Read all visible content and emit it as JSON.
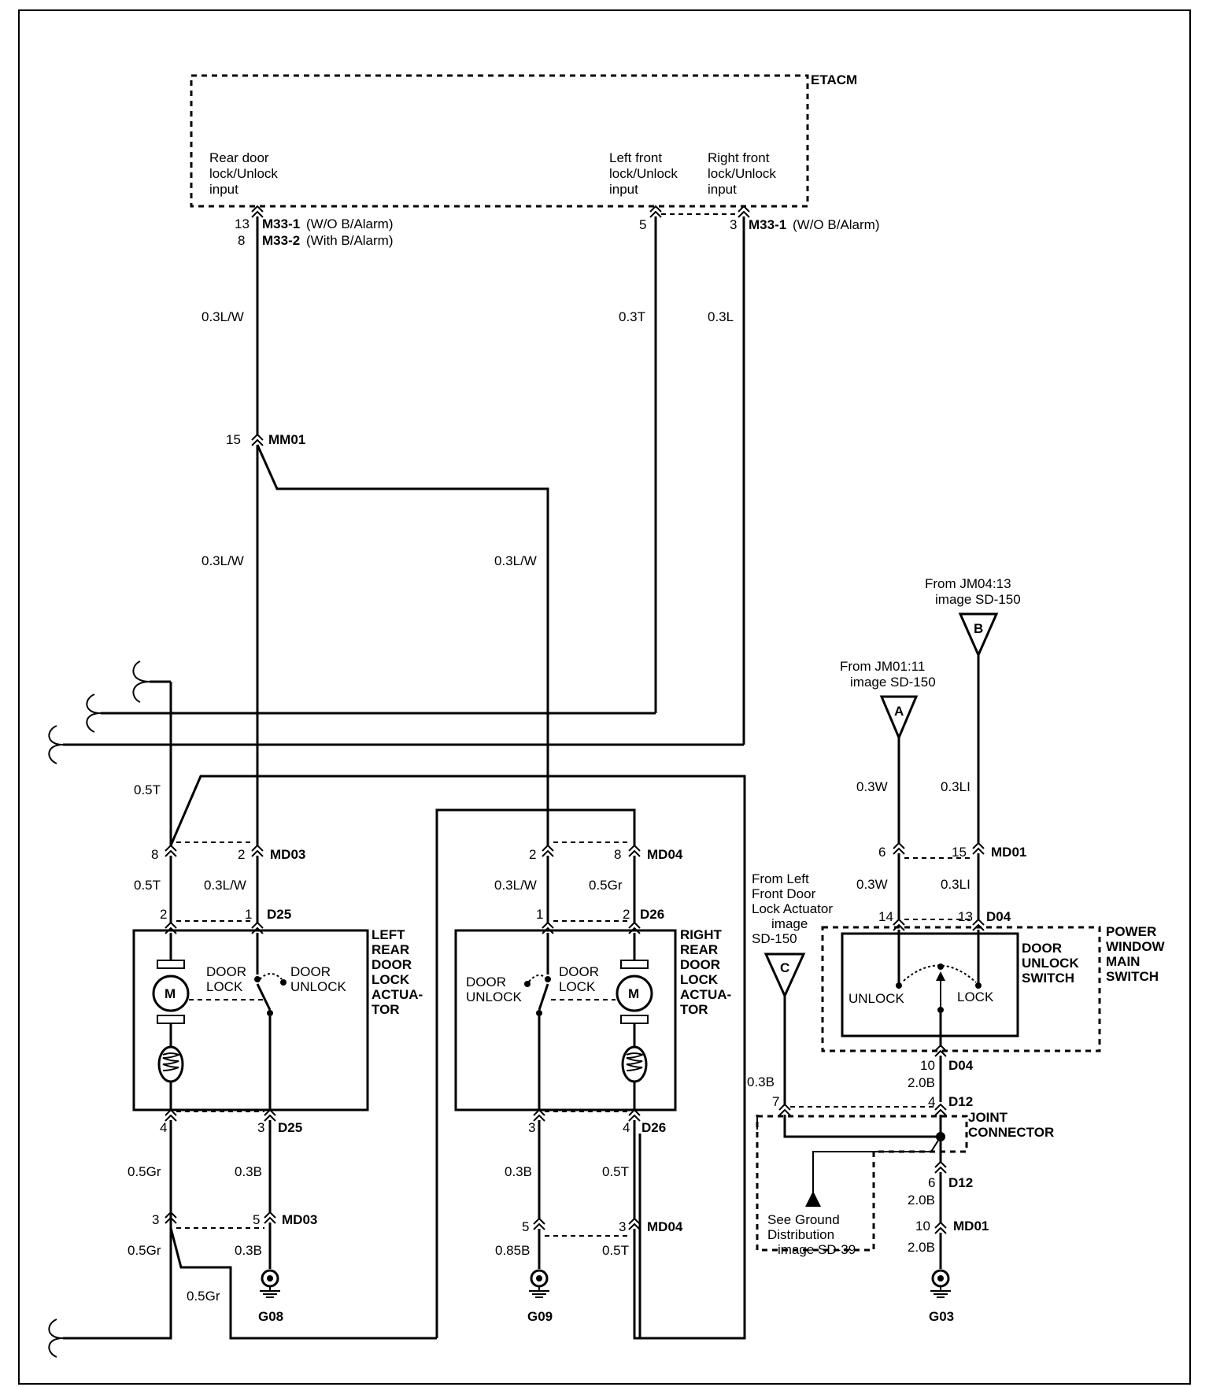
{
  "module": {
    "name": "ETACM"
  },
  "inputs": {
    "rear": [
      "Rear door",
      "lock/Unlock",
      "input"
    ],
    "left_front": [
      "Left front",
      "lock/Unlock",
      "input"
    ],
    "right_front": [
      "Right front",
      "lock/Unlock",
      "input"
    ]
  },
  "pins": {
    "rear_13": "13",
    "rear_8": "8",
    "m33_1": "M33-1",
    "wo_alarm": "(W/O B/Alarm)",
    "m33_2": "M33-2",
    "with_alarm": "(With B/Alarm)",
    "lf_5": "5",
    "rf_3": "3",
    "mm01_15": "15",
    "mm01": "MM01",
    "md03_8": "8",
    "md03_2": "2",
    "md03": "MD03",
    "d25_2": "2",
    "d25_1": "1",
    "d25": "D25",
    "d25_4": "4",
    "d25_3": "3",
    "md03_3": "3",
    "md03_5": "5",
    "md04_2": "2",
    "md04_8": "8",
    "md04": "MD04",
    "d26_1": "1",
    "d26_2": "2",
    "d26": "D26",
    "d26_3": "3",
    "d26_4": "4",
    "md04_5": "5",
    "md04_3": "3",
    "md01_6": "6",
    "md01_15": "15",
    "md01": "MD01",
    "d04_14": "14",
    "d04_13": "13",
    "d04": "D04",
    "d04_10": "10",
    "d12_7": "7",
    "d12_4": "4",
    "d12": "D12",
    "d12_6": "6",
    "md01_10": "10"
  },
  "wires": {
    "rear": "0.3L/W",
    "lf": "0.3T",
    "rf": "0.3L",
    "mm01_left": "0.3L/W",
    "mm01_right": "0.3L/W",
    "lr_08": "0.5T",
    "lr_md03_left": "0.5T",
    "lr_md03_right": "0.3L/W",
    "lr_bot_left": "0.5Gr",
    "lr_bot_right": "0.3B",
    "lr_g_left": "0.5Gr",
    "lr_g_right": "0.3B",
    "lr_tail": "0.5Gr",
    "rr_top_left": "0.3L/W",
    "rr_top_right": "0.5Gr",
    "rr_bot_left": "0.3B",
    "rr_bot_right": "0.5T",
    "rr_g_left": "0.85B",
    "rr_g_right": "0.5T",
    "a_wire": "0.3W",
    "b_wire": "0.3LI",
    "a_wire2": "0.3W",
    "b_wire2": "0.3LI",
    "d04_out": "2.0B",
    "c_wire": "0.3B",
    "d12_out": "2.0B",
    "md01_out": "2.0B"
  },
  "actuators": {
    "left": {
      "title": [
        "LEFT",
        "REAR",
        "DOOR",
        "LOCK",
        "ACTUA-",
        "TOR"
      ],
      "motor": "M",
      "lock": [
        "DOOR",
        "LOCK"
      ],
      "unlock": [
        "DOOR",
        "UNLOCK"
      ]
    },
    "right": {
      "title": [
        "RIGHT",
        "REAR",
        "DOOR",
        "LOCK",
        "ACTUA-",
        "TOR"
      ],
      "motor": "M",
      "lock": [
        "DOOR",
        "LOCK"
      ],
      "unlock": [
        "DOOR",
        "UNLOCK"
      ]
    }
  },
  "switch": {
    "title": [
      "DOOR",
      "UNLOCK",
      "SWITCH"
    ],
    "unlock": "UNLOCK",
    "lock": "LOCK",
    "module": [
      "POWER",
      "WINDOW",
      "MAIN",
      "SWITCH"
    ]
  },
  "refs": {
    "a_from": [
      "From JM01:11",
      "image SD-150"
    ],
    "a": "A",
    "b_from": [
      "From JM04:13",
      "image SD-150"
    ],
    "b": "B",
    "c_from": [
      "From Left",
      "Front Door",
      "Lock Actuator",
      "image",
      "SD-150"
    ],
    "c": "C"
  },
  "joint": [
    "JOINT",
    "CONNECTOR"
  ],
  "ground_note": [
    "See Ground",
    "Distribution",
    "image SD-39"
  ],
  "grounds": {
    "g08": "G08",
    "g09": "G09",
    "g03": "G03"
  }
}
